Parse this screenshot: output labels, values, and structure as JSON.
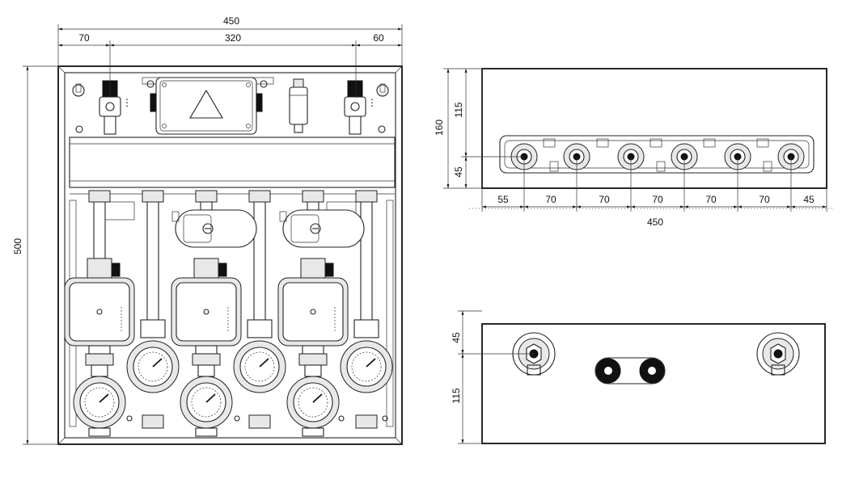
{
  "front_view": {
    "overall_width": "450",
    "left_offset": "70",
    "center_span": "320",
    "right_offset": "60",
    "height": "500"
  },
  "top_view": {
    "depth": "160",
    "upper_depth": "115",
    "lower_depth": "45",
    "width": "450",
    "spacing": [
      "55",
      "70",
      "70",
      "70",
      "70",
      "70",
      "45"
    ]
  },
  "bottom_view": {
    "upper_depth": "45",
    "lower_depth": "115"
  }
}
